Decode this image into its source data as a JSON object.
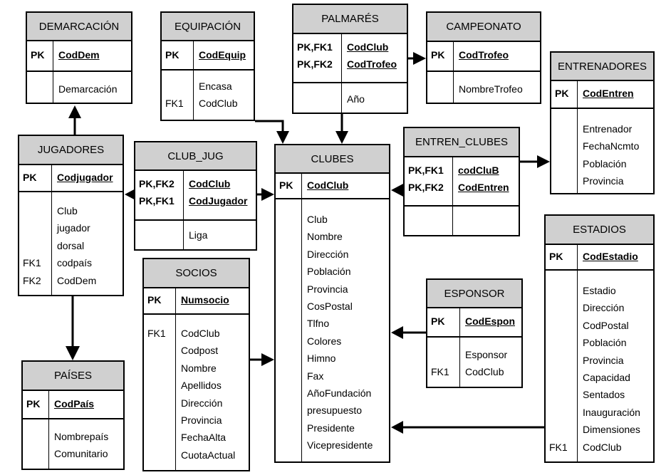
{
  "entities": {
    "demarcacion": {
      "title": "DEMARCACIÓN",
      "pk_keys": [
        "PK"
      ],
      "pk_fields": [
        "CodDem"
      ],
      "attr_keys": [],
      "attr_fields": [
        "Demarcación"
      ]
    },
    "equipacion": {
      "title": "EQUIPACIÓN",
      "pk_keys": [
        "PK"
      ],
      "pk_fields": [
        "CodEquip"
      ],
      "attr_keys": [
        "FK1"
      ],
      "attr_fields": [
        "Encasa",
        "CodClub"
      ]
    },
    "palmares": {
      "title": "PALMARÉS",
      "pk_keys": [
        "PK,FK1",
        "PK,FK2"
      ],
      "pk_fields": [
        "CodClub",
        "CodTrofeo"
      ],
      "attr_keys": [],
      "attr_fields": [
        "Año"
      ]
    },
    "campeonato": {
      "title": "CAMPEONATO",
      "pk_keys": [
        "PK"
      ],
      "pk_fields": [
        "CodTrofeo"
      ],
      "attr_keys": [],
      "attr_fields": [
        "NombreTrofeo"
      ]
    },
    "entrenadores": {
      "title": "ENTRENADORES",
      "pk_keys": [
        "PK"
      ],
      "pk_fields": [
        "CodEntren"
      ],
      "attr_keys": [],
      "attr_fields": [
        "Entrenador",
        "FechaNcmto",
        "Población",
        "Provincia"
      ]
    },
    "jugadores": {
      "title": "JUGADORES",
      "pk_keys": [
        "PK"
      ],
      "pk_fields": [
        "Codjugador"
      ],
      "attr_keys": [
        "FK1",
        "FK2"
      ],
      "attr_fields": [
        "Club",
        "jugador",
        "dorsal",
        "codpaís",
        "CodDem"
      ]
    },
    "club_jug": {
      "title": "CLUB_JUG",
      "pk_keys": [
        "PK,FK2",
        "PK,FK1"
      ],
      "pk_fields": [
        "CodClub",
        "CodJugador"
      ],
      "attr_keys": [],
      "attr_fields": [
        "Liga"
      ]
    },
    "clubes": {
      "title": "CLUBES",
      "pk_keys": [
        "PK"
      ],
      "pk_fields": [
        "CodClub"
      ],
      "attr_keys": [],
      "attr_fields": [
        "Club",
        "Nombre",
        "Dirección",
        "Población",
        "Provincia",
        "CosPostal",
        "Tlfno",
        "Colores",
        "Himno",
        "Fax",
        "AñoFundación",
        "presupuesto",
        "Presidente",
        "Vicepresidente"
      ]
    },
    "entren_clubes": {
      "title": "ENTREN_CLUBES",
      "pk_keys": [
        "PK,FK1",
        "PK,FK2"
      ],
      "pk_fields": [
        "codCluB",
        "CodEntren"
      ],
      "attr_keys": [],
      "attr_fields": []
    },
    "estadios": {
      "title": "ESTADIOS",
      "pk_keys": [
        "PK"
      ],
      "pk_fields": [
        "CodEstadio"
      ],
      "attr_keys": [
        "FK1"
      ],
      "attr_fields": [
        "Estadio",
        "Dirección",
        "CodPostal",
        "Población",
        "Provincia",
        "Capacidad",
        "Sentados",
        "Inauguración",
        "Dimensiones",
        "CodClub"
      ]
    },
    "socios": {
      "title": "SOCIOS",
      "pk_keys": [
        "PK"
      ],
      "pk_fields": [
        "Numsocio"
      ],
      "attr_keys": [
        "FK1"
      ],
      "attr_fields": [
        "CodClub",
        "Codpost",
        "Nombre",
        "Apellidos",
        "Dirección",
        "Provincia",
        "FechaAlta",
        "CuotaActual"
      ]
    },
    "esponsor": {
      "title": "ESPONSOR",
      "pk_keys": [
        "PK"
      ],
      "pk_fields": [
        "CodEspon"
      ],
      "attr_keys": [
        "FK1"
      ],
      "attr_fields": [
        "Esponsor",
        "CodClub"
      ]
    },
    "paises": {
      "title": "PAÍSES",
      "pk_keys": [
        "PK"
      ],
      "pk_fields": [
        "CodPaís"
      ],
      "attr_keys": [],
      "attr_fields": [
        "Nombrepaís",
        "Comunitario"
      ]
    }
  },
  "relationships": [
    {
      "from": "jugadores",
      "to": "demarcacion"
    },
    {
      "from": "jugadores",
      "to": "paises"
    },
    {
      "from": "club_jug",
      "to": "jugadores"
    },
    {
      "from": "club_jug",
      "to": "clubes"
    },
    {
      "from": "equipacion",
      "to": "clubes"
    },
    {
      "from": "palmares",
      "to": "clubes"
    },
    {
      "from": "palmares",
      "to": "campeonato"
    },
    {
      "from": "entren_clubes",
      "to": "clubes"
    },
    {
      "from": "entren_clubes",
      "to": "entrenadores"
    },
    {
      "from": "socios",
      "to": "clubes"
    },
    {
      "from": "esponsor",
      "to": "clubes"
    },
    {
      "from": "estadios",
      "to": "clubes"
    }
  ],
  "colors": {
    "header_bg": "#d0d0d0",
    "line": "#000000"
  }
}
